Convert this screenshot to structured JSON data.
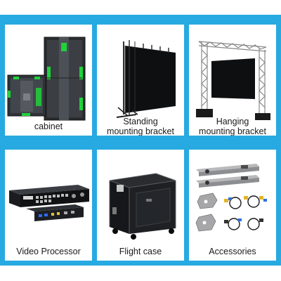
{
  "products": [
    {
      "label": "cabinet"
    },
    {
      "label": "Standing mounting bracket",
      "lines": [
        "Standing",
        "mounting bracket"
      ]
    },
    {
      "label": "Hanging mounting bracket",
      "lines": [
        "Hanging",
        "mounting bracket"
      ]
    },
    {
      "label": "Video Processor"
    },
    {
      "label": "Flight case"
    },
    {
      "label": "Accessories"
    }
  ],
  "colors": {
    "background": "#27a9e1",
    "card": "#ffffff",
    "cabinet_accent": "#1fd23a"
  },
  "icons": [
    "cabinet-image",
    "standing-bracket-image",
    "hanging-bracket-image",
    "video-processor-image",
    "flight-case-image",
    "accessories-image"
  ]
}
